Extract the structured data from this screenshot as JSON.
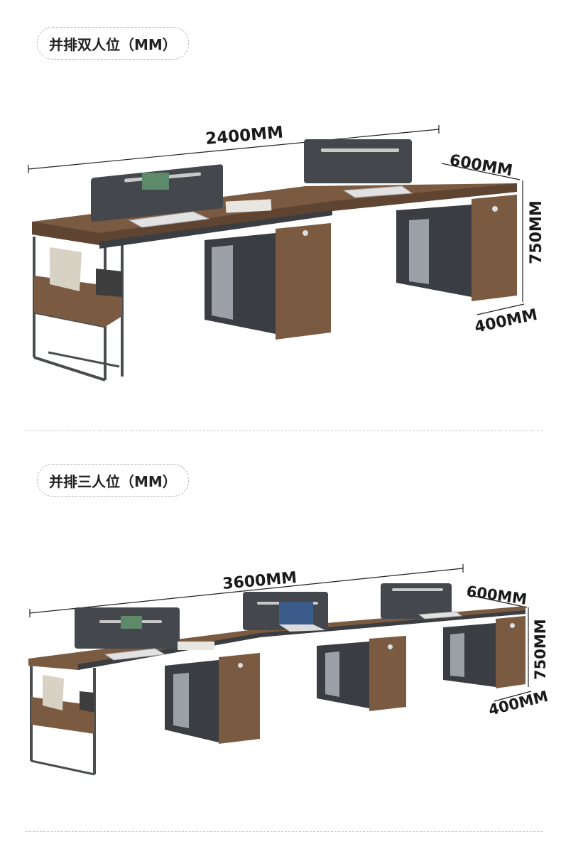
{
  "sections": [
    {
      "title": "并排双人位（MM）",
      "dimensions": {
        "length": "2400MM",
        "depth": "600MM",
        "height": "750MM",
        "pedestal": "400MM"
      }
    },
    {
      "title": "并排三人位（MM）",
      "dimensions": {
        "length": "3600MM",
        "depth": "600MM",
        "height": "750MM",
        "pedestal": "400MM"
      }
    }
  ],
  "colors": {
    "wood": "#7a5a40",
    "wood_dark": "#5e4431",
    "metal": "#3f4347",
    "panel": "#44474b",
    "cabinet_dark": "#3a3d41",
    "accent_green": "#5c8a6a"
  }
}
